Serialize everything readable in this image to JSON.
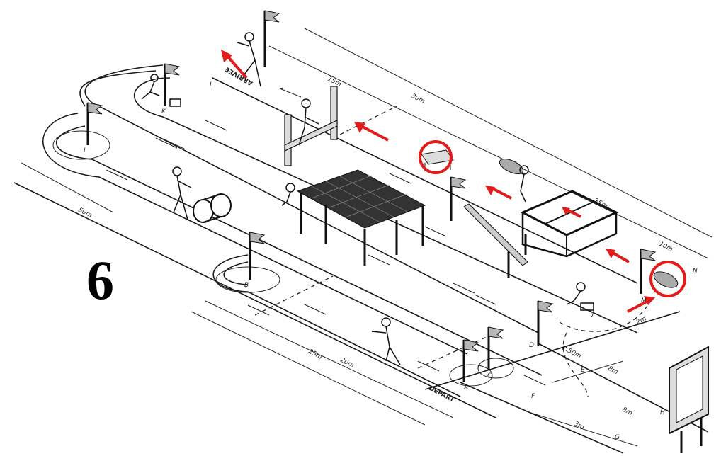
{
  "figure_number": "6",
  "labels": {
    "start": "DEPART",
    "finish": "ARRIVEE",
    "dim_15m": "15m",
    "dim_30m": "30m",
    "dim_50m": "50m",
    "dim_25m": "25m",
    "dim_20m": "20m",
    "dim_10m": "10m",
    "dim_35m": "35m",
    "dim_2m": "2m",
    "dim_250m": "2.50m",
    "dim_8m_a": "8m",
    "dim_8m_b": "8m",
    "dim_3m": "3m"
  },
  "points": [
    "A",
    "B",
    "C",
    "D",
    "E",
    "F",
    "G",
    "H",
    "I",
    "J",
    "K",
    "L",
    "M",
    "N"
  ],
  "colors": {
    "highlight": "#e41b1b",
    "ink": "#1a1a1a",
    "flag": "#b5b5b5"
  }
}
